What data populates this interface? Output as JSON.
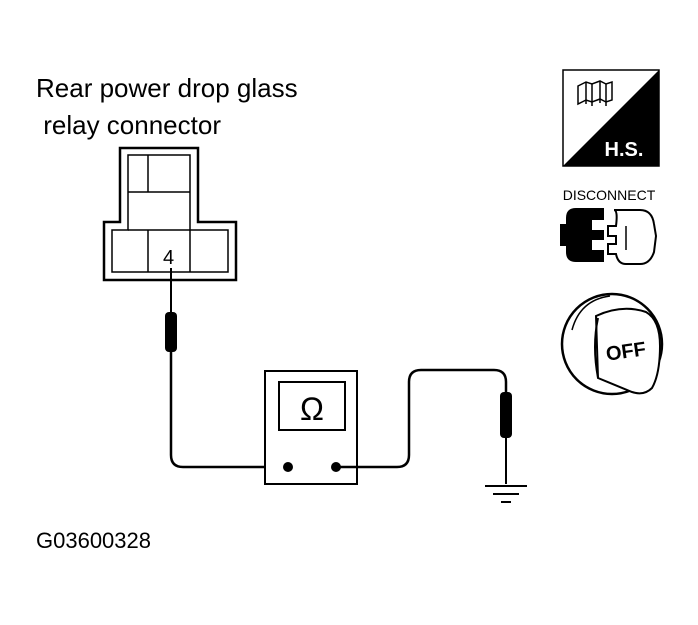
{
  "connector": {
    "title_line1": "Rear power drop glass",
    "title_line2": " relay connector",
    "terminal": "4"
  },
  "meter": {
    "symbol": "Ω"
  },
  "icons": {
    "hot_start_label": "H.S.",
    "disconnect_label": "DISCONNECT",
    "ignition_label": "OFF",
    "names": [
      "hot-start-icon",
      "disconnect-battery-icon",
      "ignition-off-icon"
    ]
  },
  "figure_id": "G03600328"
}
